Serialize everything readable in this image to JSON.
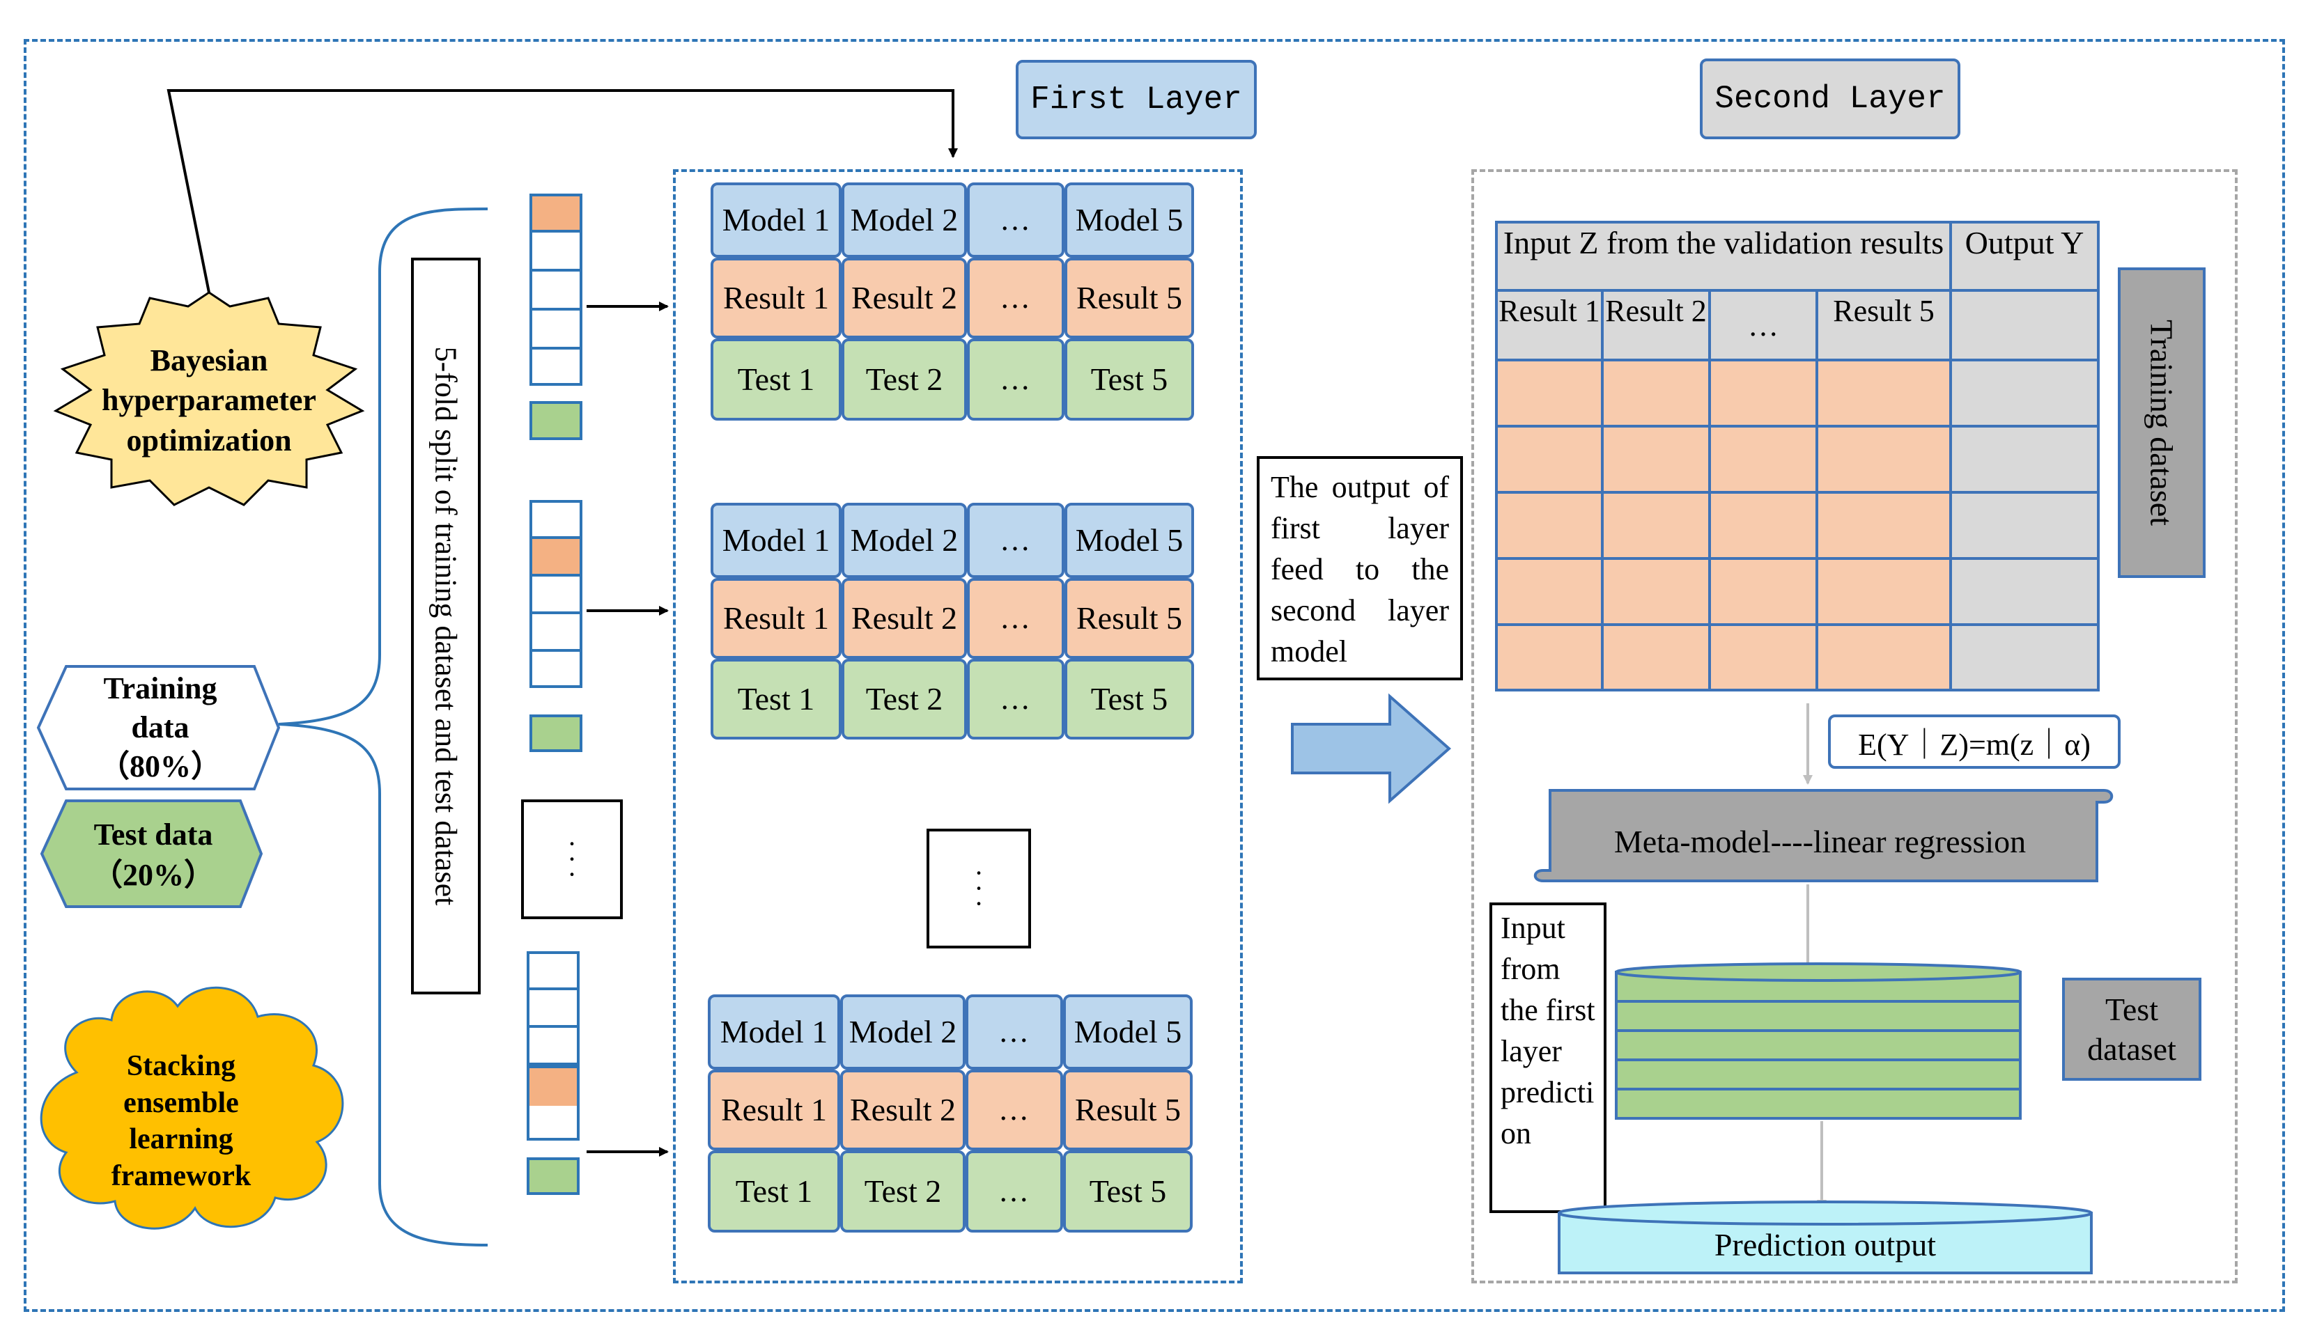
{
  "left": {
    "bayesian": "Bayesian hyperparameter optimization",
    "training_data": [
      "Training",
      "data",
      "（80%）"
    ],
    "test_data": [
      "Test data",
      "（20%）"
    ],
    "stacking": [
      "Stacking",
      "ensemble",
      "learning",
      "framework"
    ],
    "split_label": "5-fold split of training dataset and test dataset"
  },
  "first_layer": {
    "title": "First Layer",
    "blocks": [
      {
        "models": [
          "Model 1",
          "Model 2",
          "…",
          "Model 5"
        ],
        "results": [
          "Result 1",
          "Result 2",
          "…",
          "Result 5"
        ],
        "tests": [
          "Test 1",
          "Test 2",
          "…",
          "Test 5"
        ]
      },
      {
        "models": [
          "Model 1",
          "Model 2",
          "…",
          "Model 5"
        ],
        "results": [
          "Result 1",
          "Result 2",
          "…",
          "Result 5"
        ],
        "tests": [
          "Test 1",
          "Test 2",
          "…",
          "Test 5"
        ]
      },
      {
        "models": [
          "Model 1",
          "Model 2",
          "…",
          "Model 5"
        ],
        "results": [
          "Result 1",
          "Result 2",
          "…",
          "Result 5"
        ],
        "tests": [
          "Test 1",
          "Test 2",
          "…",
          "Test 5"
        ]
      }
    ]
  },
  "middle": {
    "output_feed": "The output of first layer feed to the second layer model"
  },
  "second_layer": {
    "title": "Second Layer",
    "table_header_input": "Input Z from the validation results",
    "table_header_output": "Output Y",
    "table_subheaders": [
      "Result 1",
      "Result 2",
      "…",
      "Result 5"
    ],
    "training_dataset": "Training dataset",
    "equation": "E(Y｜Z)=m(z｜α)",
    "meta_model": "Meta-model----linear regression",
    "input_from_first": "Input from the first layer prediction",
    "test_dataset": "Test dataset",
    "prediction_output": "Prediction output"
  },
  "colors": {
    "blue_fill": "#bdd7ee",
    "orange_fill": "#f8cbad",
    "green_fill": "#c5e0b4",
    "border_blue": "#3e73b8",
    "gray": "#a6a6a6",
    "star_fill": "#ffe699",
    "cloud_fill": "#ffc000",
    "cyan_fill": "#bdf2f8"
  }
}
